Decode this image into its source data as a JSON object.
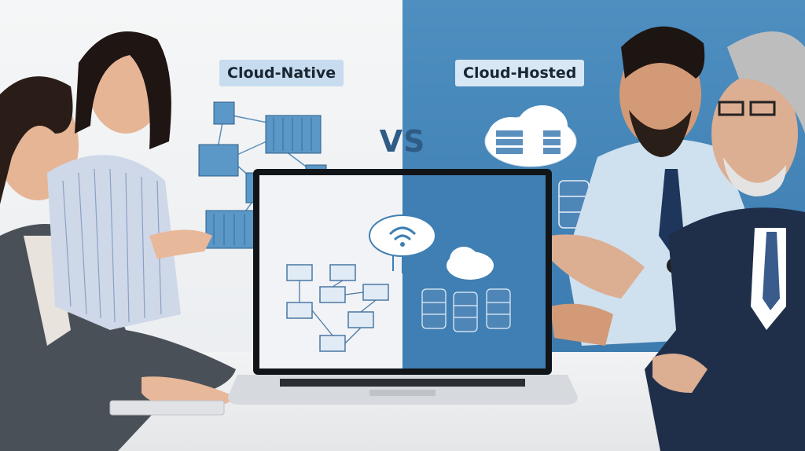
{
  "labels": {
    "left": "Cloud-Native",
    "right": "Cloud-Hosted",
    "versus": "VS"
  },
  "colors": {
    "left_bg": "#f5f6f7",
    "right_bg": "#4e8fc0",
    "accent_blue": "#5b97c7",
    "dark_navy": "#1f2f4a"
  },
  "icons": [
    "container-icon",
    "server-rack-icon",
    "cloud-icon",
    "wifi-icon",
    "database-icon",
    "laptop-icon"
  ]
}
